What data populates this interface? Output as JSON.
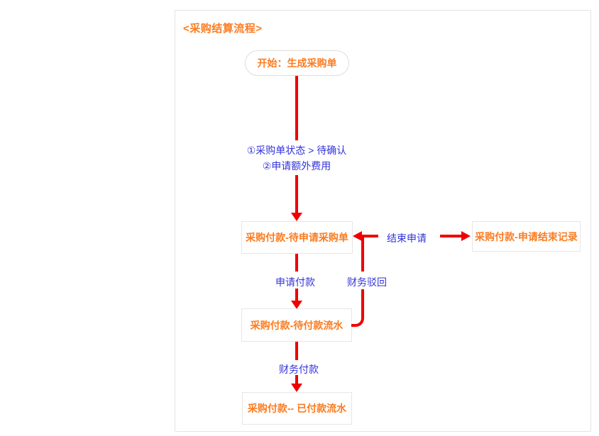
{
  "page": {
    "title": "<采购结算流程>"
  },
  "colors": {
    "accent_orange": "#fb7c21",
    "arrow_red": "#f10000",
    "label_blue": "#3232dc",
    "border_gray": "#e4e4e4"
  },
  "flow": {
    "start_node": "开始：生成采购单",
    "condition_lines": [
      "①采购单状态 > 待确认",
      "②申请额外费用"
    ],
    "boxes": {
      "pending_request": "采购付款-待申请采购单",
      "pending_payment": "采购付款-待付款流水",
      "paid": "采购付款-- 已付款流水",
      "end_record": "采购付款-申请结束记录"
    },
    "edge_labels": {
      "apply_payment": "申请付款",
      "finance_reject": "财务驳回",
      "finance_pay": "财务付款",
      "end_request": "结束申请"
    }
  }
}
